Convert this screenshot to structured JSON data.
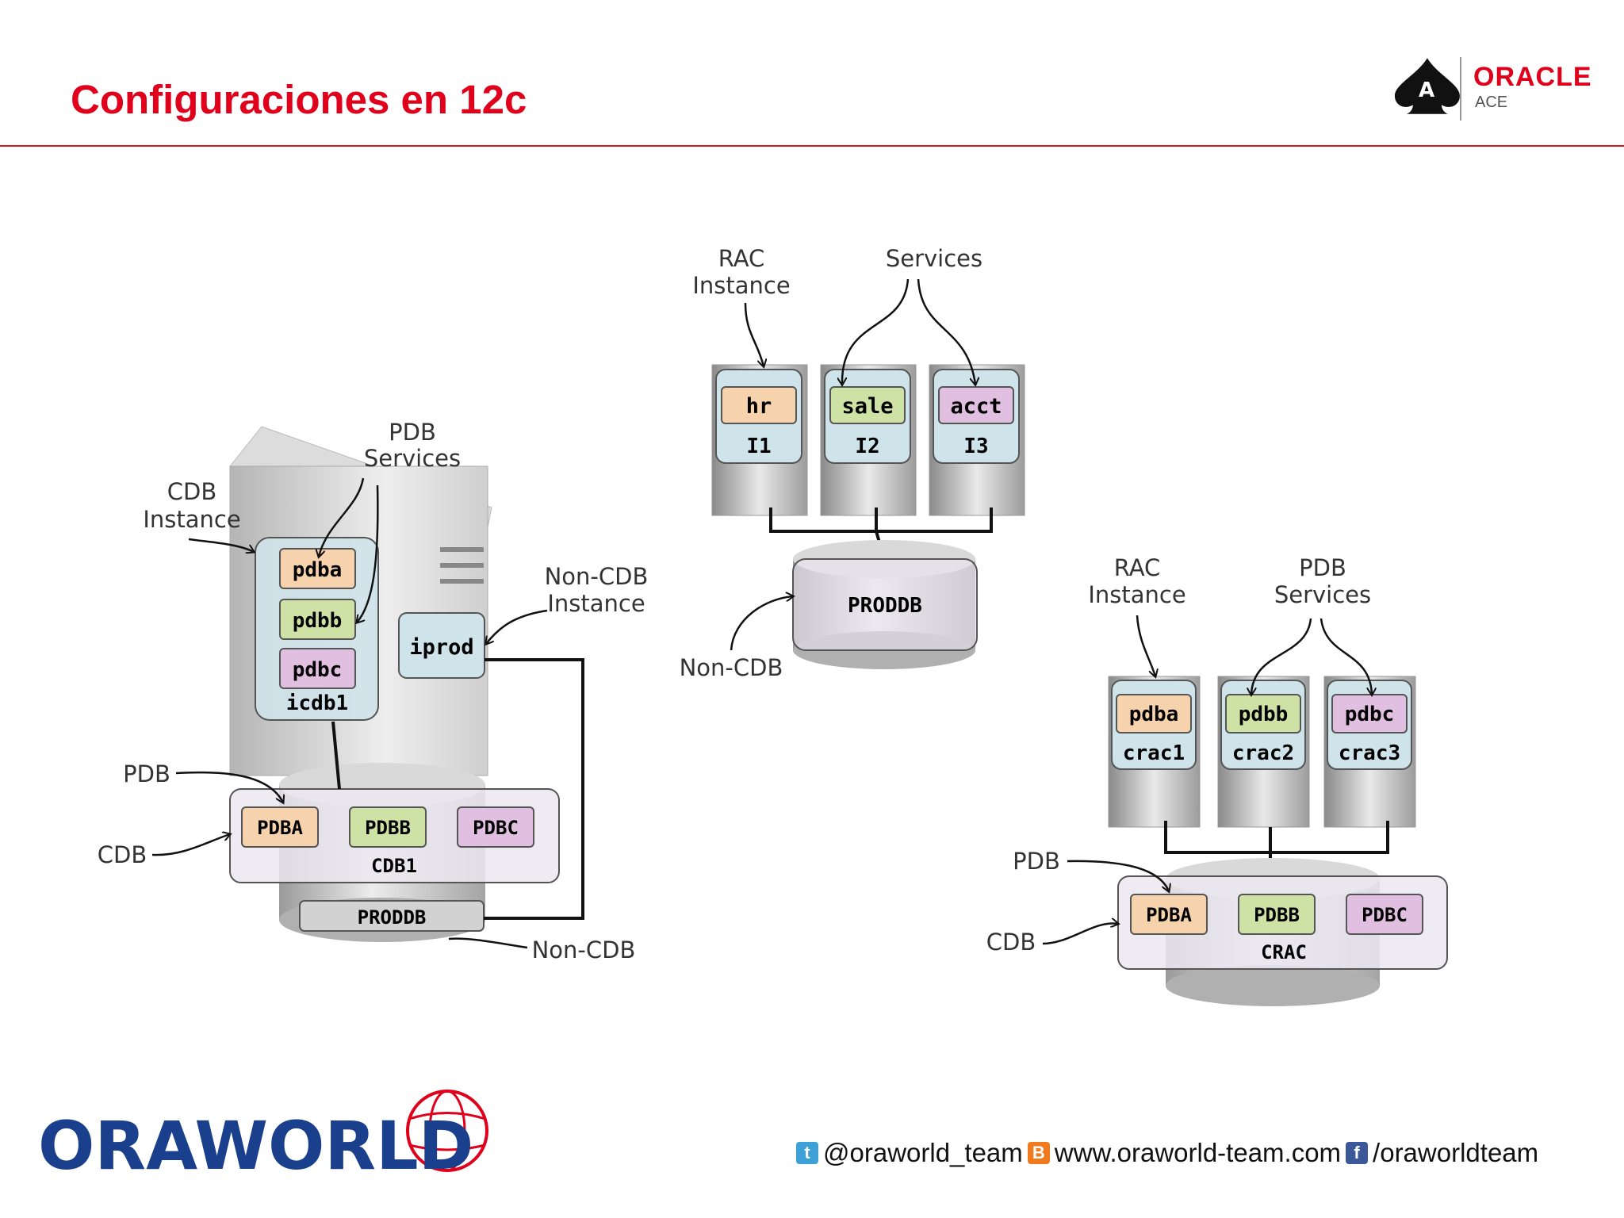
{
  "title": "Configuraciones en 12c",
  "brand": {
    "oracle": "ORACLE",
    "ace": "ACE",
    "oraworld": "ORAWORLD",
    "accent": "#e0001b",
    "navy": "#1a3f8c"
  },
  "footer": {
    "twitter": "@oraworld_team",
    "web": "www.oraworld-team.com",
    "facebook": "/oraworldteam"
  },
  "colors": {
    "orange": "#f6d2ad",
    "green": "#cfe2a6",
    "pink": "#e1bfe0",
    "blue": "#cfe3ea",
    "cdb": "#ebe8f1"
  },
  "left": {
    "pdb_services": [
      "PDB",
      "Services"
    ],
    "cdb_instance": [
      "CDB",
      "Instance"
    ],
    "noncdb_instance": [
      "Non-CDB",
      "Instance"
    ],
    "pdb_label": "PDB",
    "cdb_label": "CDB",
    "noncdb_label": "Non-CDB",
    "services": [
      "pdba",
      "pdbb",
      "pdbc"
    ],
    "instance": "icdb1",
    "iprod": "iprod",
    "pdbs": [
      "PDBA",
      "PDBB",
      "PDBC"
    ],
    "cdb_name": "CDB1",
    "proddb": "PRODDB"
  },
  "middle": {
    "rac_instance": [
      "RAC",
      "Instance"
    ],
    "services_label": "Services",
    "services": [
      "hr",
      "sale",
      "acct"
    ],
    "instances": [
      "I1",
      "I2",
      "I3"
    ],
    "proddb": "PRODDB",
    "noncdb_label": "Non-CDB"
  },
  "right": {
    "rac_instance": [
      "RAC",
      "Instance"
    ],
    "pdb_services": [
      "PDB",
      "Services"
    ],
    "services": [
      "pdba",
      "pdbb",
      "pdbc"
    ],
    "instances": [
      "crac1",
      "crac2",
      "crac3"
    ],
    "pdb_label": "PDB",
    "cdb_label": "CDB",
    "pdbs": [
      "PDBA",
      "PDBB",
      "PDBC"
    ],
    "cdb_name": "CRAC"
  }
}
